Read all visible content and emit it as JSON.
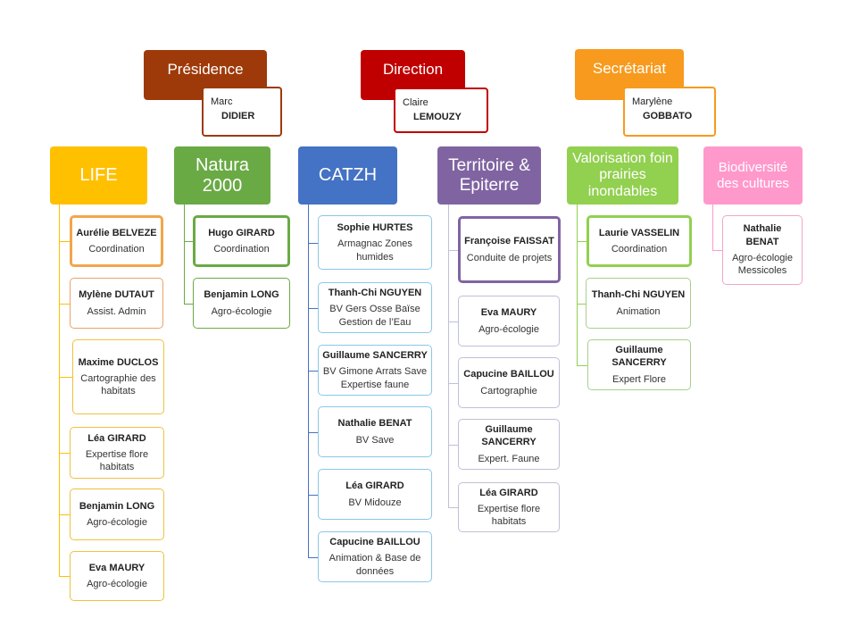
{
  "colors": {
    "presidence": "#9e3a0a",
    "direction": "#c00000",
    "secretariat": "#f79a1e",
    "life": "#ffc000",
    "life_lead": "#f2a64a",
    "life_members": "#e8a36a",
    "life_members_alt": "#f0c040",
    "natura": "#6aaa45",
    "catzh": "#4472c4",
    "catzh_members": "#8bc7e8",
    "territoire": "#8064a2",
    "territoire_members": "#c0c0d8",
    "valorisation": "#92d050",
    "valorisation_members": "#a8d08d",
    "biodiversite": "#ff99cc",
    "biodiversite_members": "#f2a6c8"
  },
  "leadership": [
    {
      "title": "Présidence",
      "first": "Marc",
      "last": "DIDIER"
    },
    {
      "title": "Direction",
      "first": "Claire",
      "last": "LEMOUZY"
    },
    {
      "title": "Secrétariat",
      "first": "Marylène",
      "last": "GOBBATO"
    }
  ],
  "sections": [
    {
      "title": "LIFE",
      "members": [
        {
          "name": "Aurélie BELVEZE",
          "role": "Coordination"
        },
        {
          "name": "Mylène DUTAUT",
          "role": "Assist. Admin"
        },
        {
          "name": "Maxime DUCLOS",
          "role": "Cartographie des habitats"
        },
        {
          "name": "Léa GIRARD",
          "role": "Expertise flore habitats"
        },
        {
          "name": "Benjamin LONG",
          "role": "Agro-écologie"
        },
        {
          "name": "Eva MAURY",
          "role": "Agro-écologie"
        }
      ]
    },
    {
      "title": "Natura 2000",
      "members": [
        {
          "name": "Hugo GIRARD",
          "role": "Coordination"
        },
        {
          "name": "Benjamin LONG",
          "role": "Agro-écologie"
        }
      ]
    },
    {
      "title": "CATZH",
      "members": [
        {
          "name": "Sophie HURTES",
          "role": "Armagnac Zones humides"
        },
        {
          "name": "Thanh-Chi NGUYEN",
          "role": "BV Gers Osse Baïse Gestion de l’Eau"
        },
        {
          "name": "Guillaume SANCERRY",
          "role": "BV Gimone Arrats Save Expertise faune"
        },
        {
          "name": "Nathalie BENAT",
          "role": "BV Save"
        },
        {
          "name": "Léa GIRARD",
          "role": "BV Midouze"
        },
        {
          "name": "Capucine BAILLOU",
          "role": "Animation & Base de données"
        }
      ]
    },
    {
      "title": "Territoire & Epiterre",
      "members": [
        {
          "name": "Françoise FAISSAT",
          "role": "Conduite de projets"
        },
        {
          "name": "Eva MAURY",
          "role": "Agro-écologie"
        },
        {
          "name": "Capucine BAILLOU",
          "role": "Cartographie"
        },
        {
          "name": "Guillaume SANCERRY",
          "role": "Expert. Faune"
        },
        {
          "name": "Léa GIRARD",
          "role": "Expertise flore habitats"
        }
      ]
    },
    {
      "title": "Valorisation foin prairies inondables",
      "members": [
        {
          "name": "Laurie VASSELIN",
          "role": "Coordination"
        },
        {
          "name": "Thanh-Chi NGUYEN",
          "role": "Animation"
        },
        {
          "name": "Guillaume SANCERRY",
          "role": "Expert Flore"
        }
      ]
    },
    {
      "title": "Biodiversité des cultures",
      "members": [
        {
          "name": "Nathalie BENAT",
          "role": "Agro-écologie Messicoles"
        }
      ]
    }
  ]
}
